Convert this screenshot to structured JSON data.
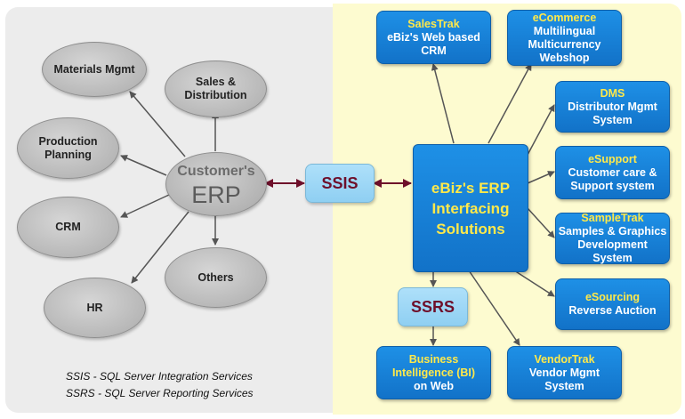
{
  "customer_erp": {
    "line1": "Customer's",
    "line2": "ERP"
  },
  "modules": [
    {
      "label": "Materials Mgmt"
    },
    {
      "label": "Sales & Distribution"
    },
    {
      "label": "Production Planning"
    },
    {
      "label": "CRM"
    },
    {
      "label": "HR"
    },
    {
      "label": "Others"
    }
  ],
  "ssis": "SSIS",
  "ssrs": "SSRS",
  "hub": "eBiz's ERP Interfacing Solutions",
  "solutions": [
    {
      "title": "SalesTrak",
      "body": "eBiz's Web based CRM"
    },
    {
      "title": "eCommerce",
      "body": "Multilingual Multicurrency Webshop"
    },
    {
      "title": "DMS",
      "body": "Distributor Mgmt System"
    },
    {
      "title": "eSupport",
      "body": "Customer care & Support system"
    },
    {
      "title": "SampleTrak",
      "body": "Samples & Graphics Development System"
    },
    {
      "title": "eSourcing",
      "body": "Reverse Auction"
    },
    {
      "title": "VendorTrak",
      "body": "Vendor Mgmt System"
    },
    {
      "title": "Business Intelligence (BI)",
      "body": "on Web"
    }
  ],
  "legend": [
    "SSIS - SQL Server Integration Services",
    "SSRS - SQL Server Reporting Services"
  ],
  "colors": {
    "hub_blue": "#1272c8",
    "title_yellow": "#ffe94a",
    "pill_text": "#6e0f2a",
    "arrow_maroon": "#6e0f2a"
  }
}
